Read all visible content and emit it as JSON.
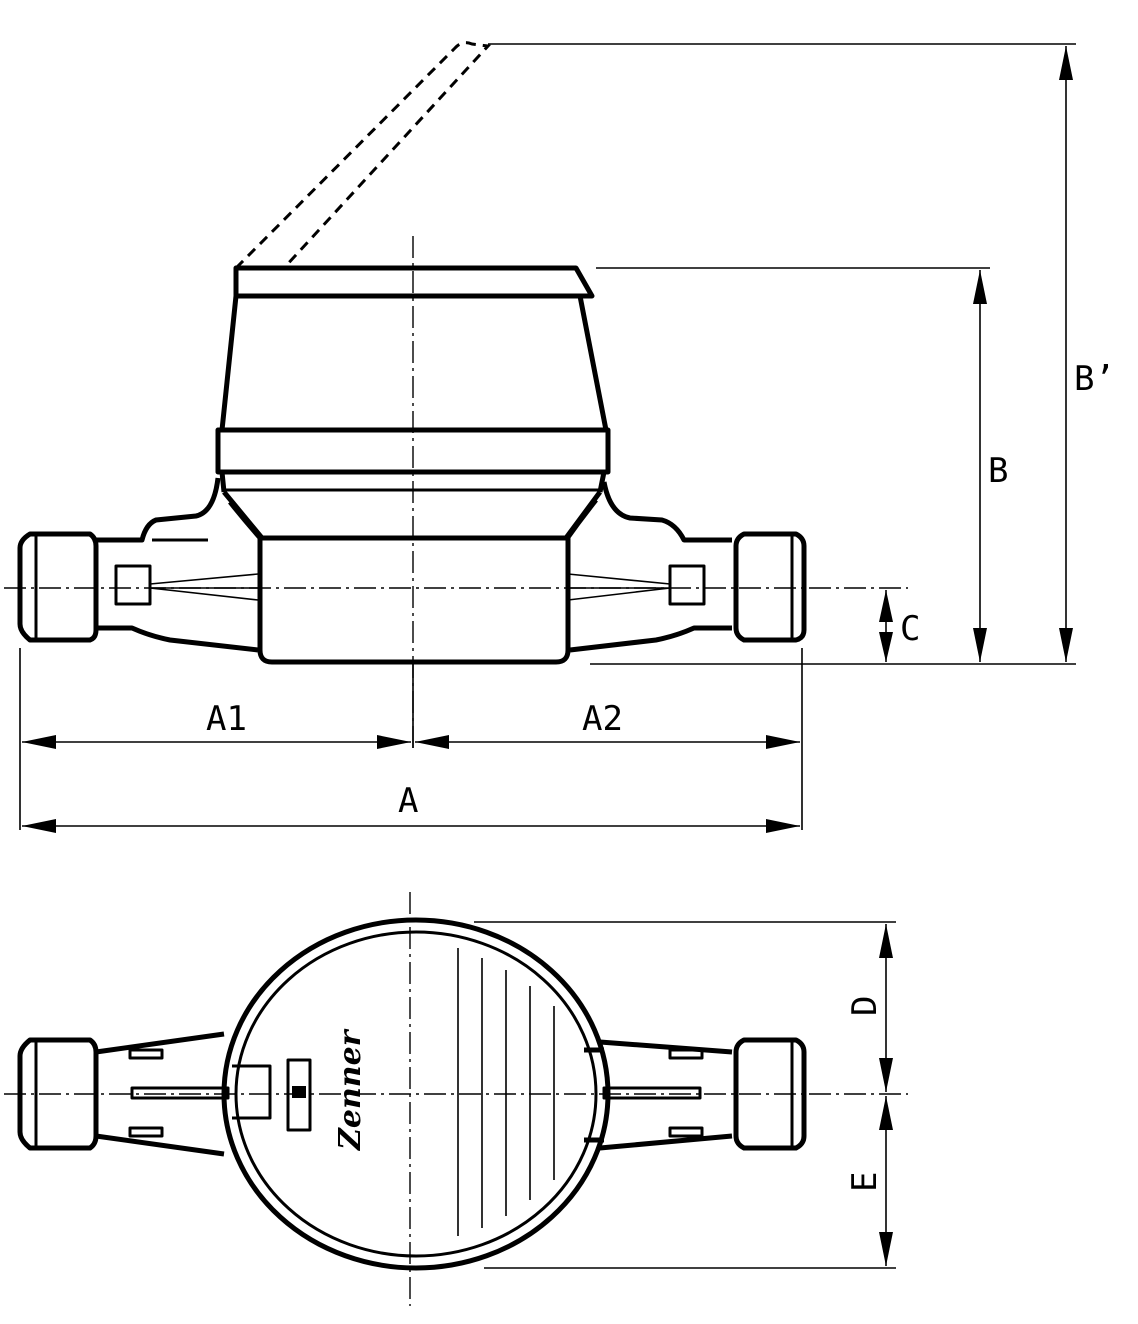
{
  "dimensions": {
    "A1": "A1",
    "A2": "A2",
    "A": "A",
    "B": "B",
    "B_prime": "B’",
    "C": "C",
    "D": "D",
    "E": "E"
  },
  "logo": {
    "text": "Zenner"
  }
}
